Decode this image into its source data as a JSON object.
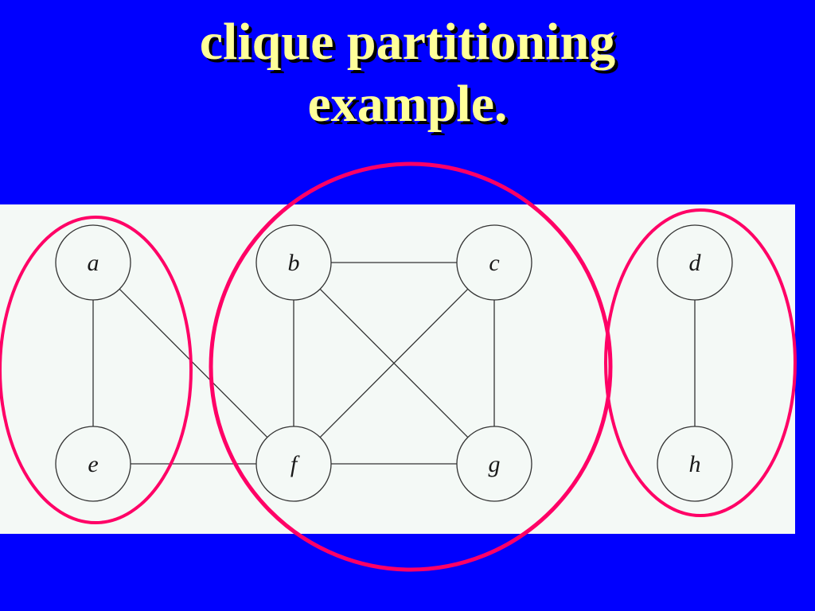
{
  "title": {
    "line1": "clique partitioning",
    "line2": "example."
  },
  "colors": {
    "background": "#0000ff",
    "title": "#ffff99",
    "panel": "#f4f9f6",
    "edge": "#333333",
    "partition": "#ff0066"
  },
  "diagram": {
    "nodes": [
      {
        "id": "a",
        "label": "a"
      },
      {
        "id": "b",
        "label": "b"
      },
      {
        "id": "c",
        "label": "c"
      },
      {
        "id": "d",
        "label": "d"
      },
      {
        "id": "e",
        "label": "e"
      },
      {
        "id": "f",
        "label": "f"
      },
      {
        "id": "g",
        "label": "g"
      },
      {
        "id": "h",
        "label": "h"
      }
    ],
    "edges": [
      [
        "a",
        "e"
      ],
      [
        "a",
        "f"
      ],
      [
        "e",
        "f"
      ],
      [
        "b",
        "c"
      ],
      [
        "b",
        "f"
      ],
      [
        "b",
        "g"
      ],
      [
        "c",
        "f"
      ],
      [
        "c",
        "g"
      ],
      [
        "f",
        "g"
      ],
      [
        "d",
        "h"
      ]
    ],
    "partitions": [
      [
        "a",
        "e"
      ],
      [
        "b",
        "c",
        "f",
        "g"
      ],
      [
        "d",
        "h"
      ]
    ]
  }
}
